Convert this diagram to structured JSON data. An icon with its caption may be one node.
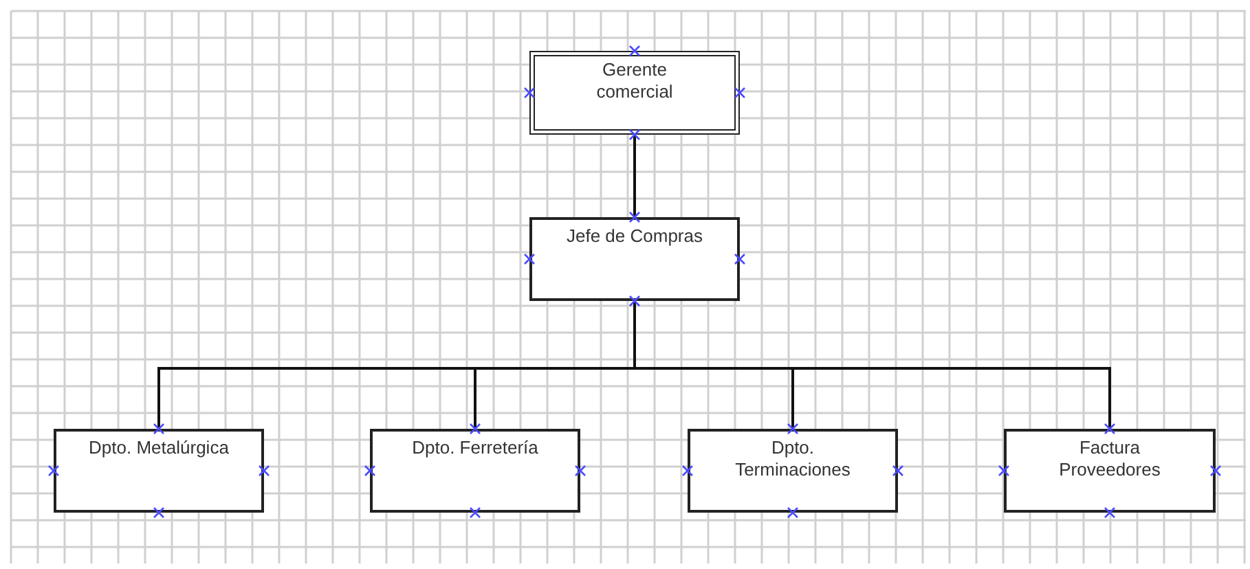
{
  "diagram": {
    "nodes": [
      {
        "text": [
          "Gerente comercial"
        ]
      },
      {
        "text": [
          "Jefe de Compras"
        ]
      },
      {
        "text": [
          "Dpto. Metalúrgica"
        ]
      },
      {
        "text": [
          "Dpto. Ferretería"
        ]
      },
      {
        "text": [
          "Dpto. Terminaciones"
        ]
      },
      {
        "text": [
          "Factura Proveedores"
        ]
      }
    ],
    "edges": [
      {
        "from": 0,
        "to": 1,
        "arrow": "none"
      },
      {
        "from": 1,
        "to": 2,
        "arrow": "none"
      },
      {
        "from": 1,
        "to": 3,
        "arrow": "none"
      },
      {
        "from": 1,
        "to": 4,
        "arrow": "none"
      },
      {
        "from": 1,
        "to": 5,
        "arrow": "none"
      }
    ]
  }
}
